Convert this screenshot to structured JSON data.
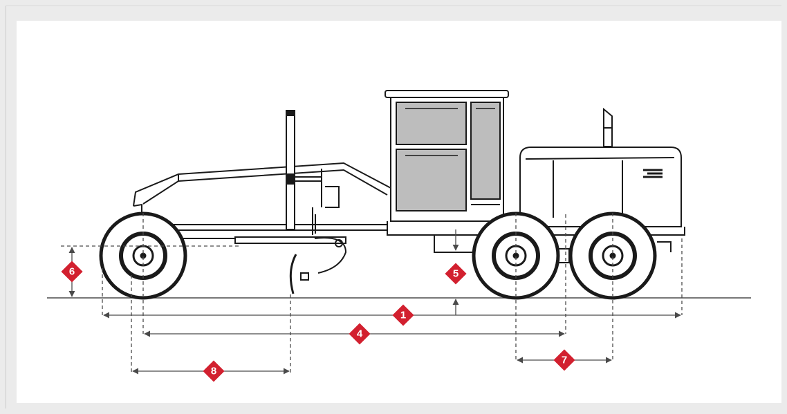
{
  "colors": {
    "line": "#1a1a1a",
    "panel_fill": "#bdbdbd",
    "arrow": "#4a4a4a",
    "badge": "#d2202f",
    "badge_text": "#ffffff"
  },
  "callouts": [
    {
      "id": "overall-length",
      "label": "1"
    },
    {
      "id": "wheelbase",
      "label": "4"
    },
    {
      "id": "ground-clearance",
      "label": "5"
    },
    {
      "id": "blade-height",
      "label": "6"
    },
    {
      "id": "tandem-wheelbase",
      "label": "7"
    },
    {
      "id": "front-axle-to-blade",
      "label": "8"
    }
  ]
}
